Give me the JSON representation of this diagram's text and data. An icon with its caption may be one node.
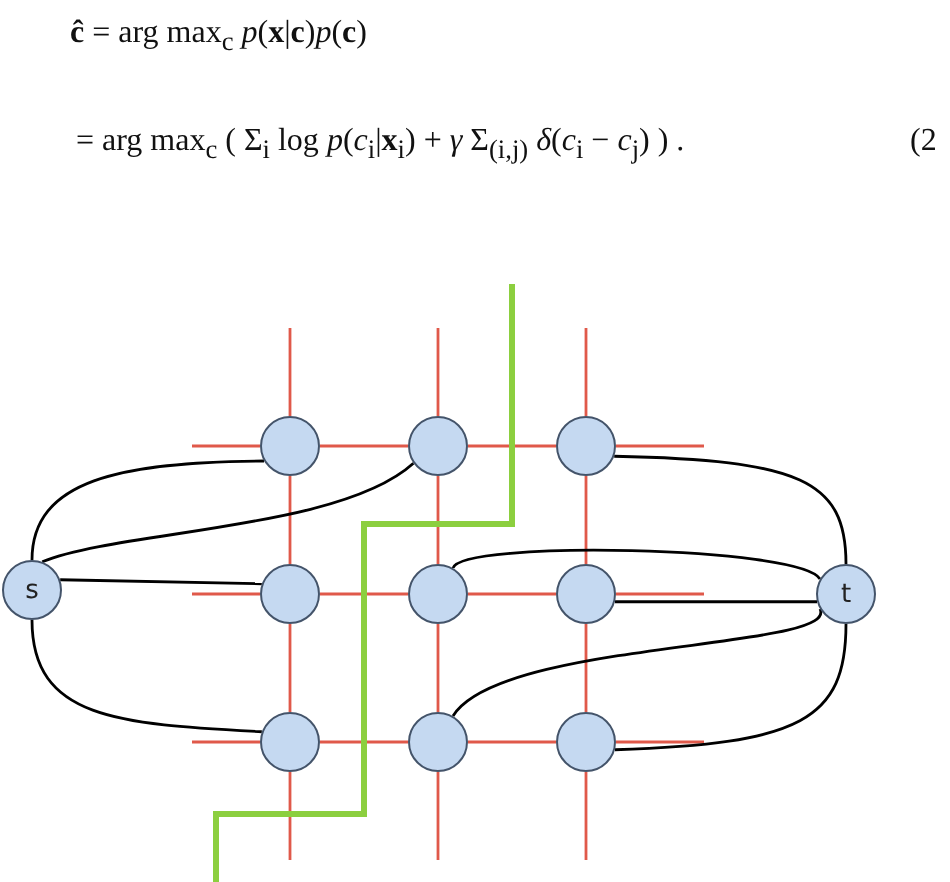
{
  "diagram": {
    "nodes": [
      {
        "text": [
          "s"
        ]
      },
      {
        "text": [],
        "shape": "circle"
      },
      {
        "text": [],
        "shape": "circle"
      },
      {
        "text": [],
        "shape": "circle"
      },
      {
        "text": [],
        "shape": "circle"
      },
      {
        "text": [],
        "shape": "circle"
      },
      {
        "text": [],
        "shape": "circle"
      },
      {
        "text": [],
        "shape": "circle"
      },
      {
        "text": [],
        "shape": "circle"
      },
      {
        "text": [],
        "shape": "circle"
      },
      {
        "text": [
          "t"
        ]
      }
    ],
    "edges": [
      {
        "from": 1,
        "to": 2,
        "arrow": "none"
      },
      {
        "from": 2,
        "to": 3,
        "arrow": "none"
      },
      {
        "from": 4,
        "to": 5,
        "arrow": "none"
      },
      {
        "from": 5,
        "to": 6,
        "arrow": "none"
      },
      {
        "from": 7,
        "to": 8,
        "arrow": "none"
      },
      {
        "from": 8,
        "to": 9,
        "arrow": "none"
      },
      {
        "from": 1,
        "to": 4,
        "arrow": "none"
      },
      {
        "from": 4,
        "to": 7,
        "arrow": "none"
      },
      {
        "from": 2,
        "to": 5,
        "arrow": "none"
      },
      {
        "from": 5,
        "to": 8,
        "arrow": "none"
      },
      {
        "from": 3,
        "to": 6,
        "arrow": "none"
      },
      {
        "from": 6,
        "to": 9,
        "arrow": "none"
      },
      {
        "from": null,
        "to": 1,
        "arrow": "none"
      },
      {
        "from": null,
        "to": 2,
        "arrow": "none"
      },
      {
        "from": null,
        "to": 3,
        "arrow": "none"
      },
      {
        "from": null,
        "to": 1,
        "arrow": "none"
      },
      {
        "from": null,
        "to": 4,
        "arrow": "none"
      },
      {
        "from": null,
        "to": 7,
        "arrow": "none"
      },
      {
        "from": null,
        "to": 3,
        "arrow": "none"
      },
      {
        "from": null,
        "to": 6,
        "arrow": "none"
      },
      {
        "from": null,
        "to": 9,
        "arrow": "none"
      },
      {
        "from": null,
        "to": 7,
        "arrow": "none"
      },
      {
        "from": null,
        "to": 8,
        "arrow": "none"
      },
      {
        "from": null,
        "to": 9,
        "arrow": "none"
      },
      {
        "from": 0,
        "to": 1,
        "arrow": "none",
        "color": "#000000"
      },
      {
        "from": 0,
        "to": 2,
        "arrow": "none",
        "color": "#000000"
      },
      {
        "from": 0,
        "to": 4,
        "arrow": "none",
        "color": "#000000"
      },
      {
        "from": 0,
        "to": 7,
        "arrow": "none",
        "color": "#000000"
      },
      {
        "from": 3,
        "to": 10,
        "arrow": "none",
        "color": "#000000"
      },
      {
        "from": 5,
        "to": 10,
        "arrow": "none",
        "color": "#000000"
      },
      {
        "from": 6,
        "to": 10,
        "arrow": "none",
        "color": "#000000"
      },
      {
        "from": 8,
        "to": 10,
        "arrow": "none",
        "color": "#000000"
      },
      {
        "from": 9,
        "to": 10,
        "arrow": "none",
        "color": "#000000"
      }
    ],
    "labels": [
      "**ĉ** = arg max$_{c}$ *p*(**x**|**c**)*p*(**c**)",
      "= arg max$_{c}$ ( Σ$_{i}$ log *p*(*c*$_{i}$|**x**$_{i}$) + *γ* Σ$_{(i,j)}$ *δ*(*c*$_{i}$ − *c*$_{j}$) ) .",
      "(2"
    ]
  }
}
